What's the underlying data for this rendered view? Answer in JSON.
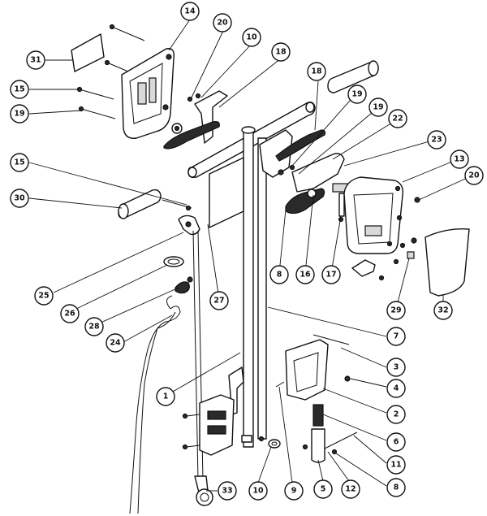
{
  "diagram": {
    "type": "exploded-parts-view",
    "callouts": [
      {
        "id": "c14a",
        "label": "14"
      },
      {
        "id": "c20a",
        "label": "20"
      },
      {
        "id": "c10a",
        "label": "10"
      },
      {
        "id": "c18a",
        "label": "18"
      },
      {
        "id": "c31",
        "label": "31"
      },
      {
        "id": "c15a",
        "label": "15"
      },
      {
        "id": "c19a",
        "label": "19"
      },
      {
        "id": "c18b",
        "label": "18"
      },
      {
        "id": "c19b",
        "label": "19"
      },
      {
        "id": "c19c",
        "label": "19"
      },
      {
        "id": "c22",
        "label": "22"
      },
      {
        "id": "c23",
        "label": "23"
      },
      {
        "id": "c13",
        "label": "13"
      },
      {
        "id": "c20b",
        "label": "20"
      },
      {
        "id": "c15b",
        "label": "15"
      },
      {
        "id": "c30",
        "label": "30"
      },
      {
        "id": "c25",
        "label": "25"
      },
      {
        "id": "c26",
        "label": "26"
      },
      {
        "id": "c27",
        "label": "27"
      },
      {
        "id": "c28",
        "label": "28"
      },
      {
        "id": "c24",
        "label": "24"
      },
      {
        "id": "c8a",
        "label": "8"
      },
      {
        "id": "c16",
        "label": "16"
      },
      {
        "id": "c17",
        "label": "17"
      },
      {
        "id": "c29",
        "label": "29"
      },
      {
        "id": "c32",
        "label": "32"
      },
      {
        "id": "c7",
        "label": "7"
      },
      {
        "id": "c3",
        "label": "3"
      },
      {
        "id": "c4",
        "label": "4"
      },
      {
        "id": "c2",
        "label": "2"
      },
      {
        "id": "c1",
        "label": "1"
      },
      {
        "id": "c6",
        "label": "6"
      },
      {
        "id": "c11",
        "label": "11"
      },
      {
        "id": "c8b",
        "label": "8"
      },
      {
        "id": "c33",
        "label": "33"
      },
      {
        "id": "c10b",
        "label": "10"
      },
      {
        "id": "c9",
        "label": "9"
      },
      {
        "id": "c5",
        "label": "5"
      },
      {
        "id": "c12",
        "label": "12"
      }
    ]
  }
}
